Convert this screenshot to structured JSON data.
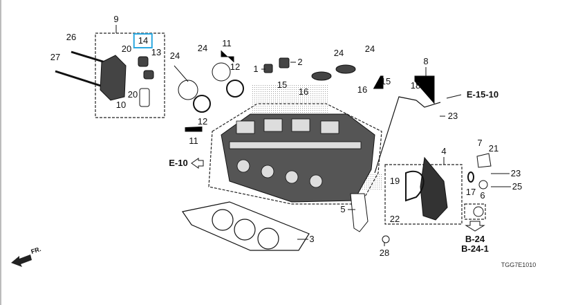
{
  "diagram_code": "TGG7E1010",
  "front_indicator": "FR.",
  "highlight_color": "#2aa7e0",
  "callouts": [
    "9",
    "14",
    "26",
    "27",
    "20",
    "13",
    "20",
    "10",
    "24",
    "24",
    "11",
    "12",
    "12",
    "11",
    "1",
    "2",
    "24",
    "24",
    "15",
    "16",
    "15",
    "16",
    "8",
    "18",
    "23",
    "7",
    "21",
    "23",
    "25",
    "17",
    "6",
    "4",
    "19",
    "22",
    "5",
    "28",
    "3"
  ],
  "references": [
    "E-15-10",
    "E-10",
    "B-24",
    "B-24-1"
  ]
}
